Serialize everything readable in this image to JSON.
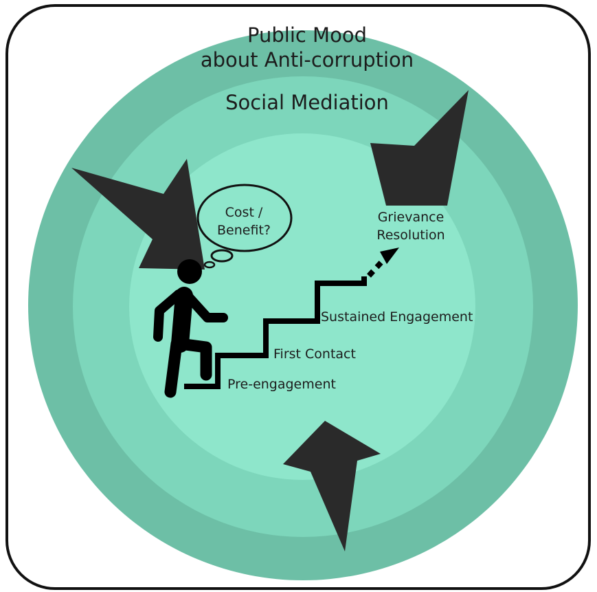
{
  "outer_ring": {
    "title_line1": "Public Mood",
    "title_line2": "about Anti-corruption",
    "color": "#6dbfa6"
  },
  "middle_ring": {
    "title": "Social Mediation",
    "color": "#7dd6bb"
  },
  "inner_circle": {
    "color": "#8ee6cb"
  },
  "thought_bubble": {
    "line1": "Cost /",
    "line2": "Benefit?"
  },
  "goal": {
    "line1": "Grievance",
    "line2": "Resolution"
  },
  "stages": {
    "pre_engagement": "Pre-engagement",
    "first_contact": "First Contact",
    "sustained_engagement": "Sustained Engagement"
  },
  "colors": {
    "frame": "#111111",
    "arrow": "#2a2a2a",
    "figure": "#000000"
  }
}
